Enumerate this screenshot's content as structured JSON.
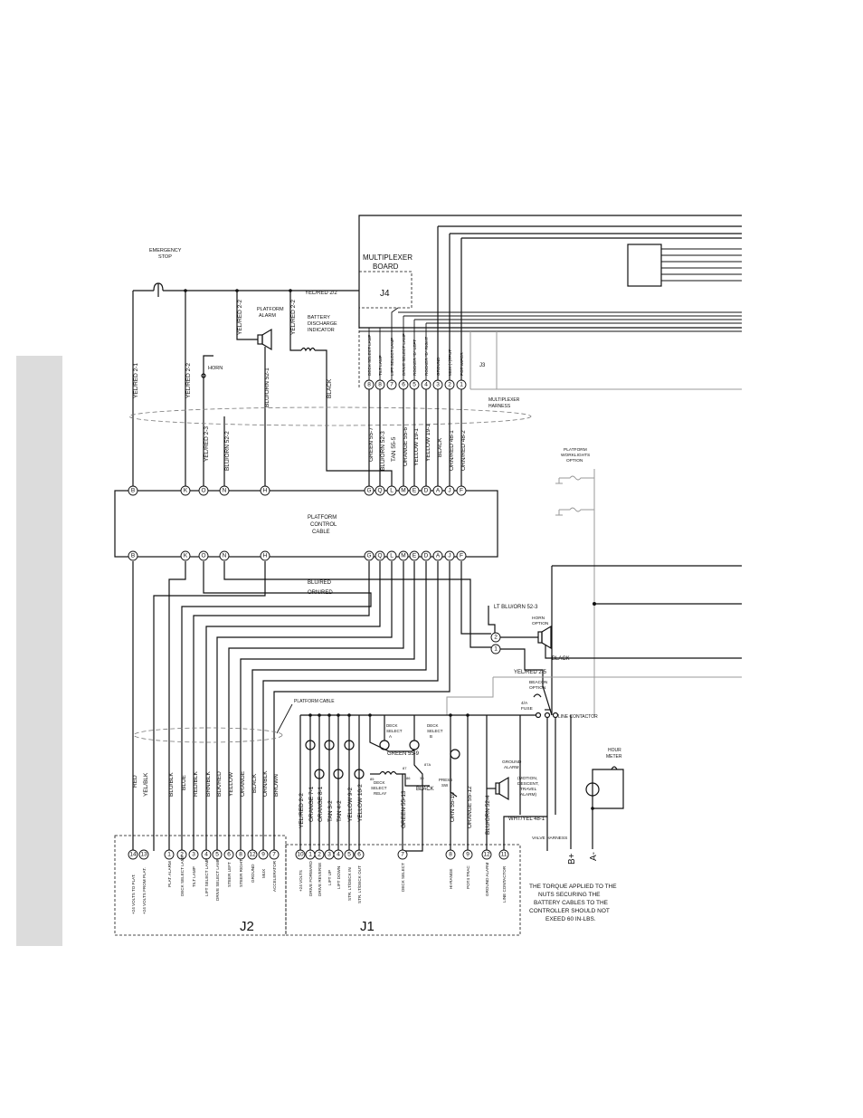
{
  "board": {
    "line1": "MULTIPLEXER",
    "line2": "BOARD",
    "j4": "J4",
    "j3": "J3"
  },
  "estop": {
    "line1": "EMERGENCY",
    "line2": "STOP"
  },
  "platform_alarm": {
    "line1": "PLATFORM",
    "line2": "ALARM"
  },
  "battery_indicator": {
    "line1": "BATTERY",
    "line2": "DISCHARGE",
    "line3": "INDICATOR"
  },
  "horn": "HORN",
  "top_wire": "YEL/RED 2/2",
  "upper_wires": {
    "yelred_2_1": "YEL/RED 2-1",
    "yelred_2_2": "YEL/RED 2-2",
    "yelred_2_2b": "YEL/RED 2-2",
    "yelred_2_2c": "YEL/RED 2-2",
    "bluorn_52_1": "BLU/ORN 52-1",
    "black": "BLACK",
    "yelred_2_3": "YEL/RED 2-3",
    "bluorn_52_2": "BLU/ORN 52-2"
  },
  "board_pins": [
    {
      "num": "8",
      "label": "DECK SELECT LAMP"
    },
    {
      "num": "8",
      "label": "TILT LAMP"
    },
    {
      "num": "7",
      "label": "LIFT SELECT LAMP"
    },
    {
      "num": "6",
      "label": "DRIVE SELECT LAMP"
    },
    {
      "num": "5",
      "label": "ROCKER \"D\" LEFT"
    },
    {
      "num": "4",
      "label": "ROCKER \"D\" RIGHT"
    },
    {
      "num": "3",
      "label": "GROUND"
    },
    {
      "num": "2",
      "label": "MUX (+)TPUT"
    },
    {
      "num": "1",
      "label": "POT WIPER"
    }
  ],
  "multiplexer_harness": {
    "line1": "MULTIPLEXER",
    "line2": "HARNESS"
  },
  "mux_wires": [
    "GREEN 55-7",
    "BLU/ORN 52-3",
    "TAN 55-5",
    "ORANGE 55-6",
    "YELLOW 19-1",
    "YELLOW 19-1",
    "BLACK",
    "ORN/RED 48-1",
    "ORN/RED 48-2"
  ],
  "cable_pins_top": [
    "B",
    "K",
    "O",
    "N",
    "H",
    "G",
    "Q",
    "L",
    "M",
    "E",
    "D",
    "A",
    "J",
    "F"
  ],
  "cable_pins_bottom": [
    "B",
    "K",
    "O",
    "N",
    "H",
    "G",
    "Q",
    "L",
    "M",
    "E",
    "D",
    "A",
    "J",
    "F"
  ],
  "platform_control_cable": {
    "line1": "PLATFORM",
    "line2": "CONTROL",
    "line3": "CABLE"
  },
  "worklights": {
    "line1": "PLATFORM",
    "line2": "WORKLIGHTS",
    "line3": "OPTION"
  },
  "mid_wires": {
    "blu_red": "BLU/RED",
    "orn_red": "ORN/RED",
    "lt_blu_orn": "LT BLU/ORN 52-3",
    "black": "BLACK",
    "yelred_2_5": "YEL/RED 2-5"
  },
  "horn_option": {
    "line1": "HORN",
    "line2": "OPTION",
    "pin1": "1",
    "pin2": "2"
  },
  "beacon": {
    "line1": "BEACON",
    "line2": "OPTION",
    "fuse1": "4/A",
    "fuse2": "FUSE"
  },
  "line_contactor": "LINE CONTACTOR",
  "platform_cable_label": "PLATFORM CABLE",
  "hour_meter": {
    "line1": "HOUR",
    "line2": "METER"
  },
  "deck_select_a": {
    "line1": "DECK",
    "line2": "SELECT",
    "line3": "A"
  },
  "deck_select_b": {
    "line1": "DECK",
    "line2": "SELECT",
    "line3": "B"
  },
  "deck_select_relay": {
    "line1": "DECK",
    "line2": "SELECT",
    "line3": "RELAY",
    "pin87": "87",
    "pin87a": "87A",
    "pin86": "86",
    "pin30": "30",
    "pin85": "85"
  },
  "green_55_9": "GREEN 55-9",
  "black_mid": "BLACK",
  "pressure_switch": {
    "line1": "PRESS",
    "line2": "SW"
  },
  "ground_alarm": {
    "line1": "GROUND",
    "line2": "ALARM",
    "line3": "(MOTION,",
    "line4": "DESCENT,",
    "line5": "TRAVEL",
    "line6": "ALARM)"
  },
  "j2_wires": [
    "RED",
    "YEL/BLK",
    "BLU/BLK",
    "BLUE",
    "RED/BLK",
    "BRN/BLK",
    "BLK/RED",
    "YELLOW",
    "ORANGE",
    "BLACK",
    "ORN/BLK",
    "BROWN"
  ],
  "j1_wires": [
    "YEL/RED 2-2",
    "ORANGE 7-1",
    "ORANGE 8-1",
    "TAN 3-2",
    "TAN 4-2",
    "YELLOW 9-2",
    "YELLOW 10-2",
    "GREEN 55-13",
    "ORN 55-10",
    "ORANGE 55-12",
    "BLU/ORN 52-4",
    "WHT/YEL 48-1"
  ],
  "b_plus": "B+",
  "a_label": "A-",
  "valve_harness": "VALVE HARNESS",
  "j2_pins": [
    {
      "num": "14",
      "label": "+24 VOLTS TO PLAT."
    },
    {
      "num": "13",
      "label": "+24 VOLTS FROM PLAT."
    },
    {
      "num": "1",
      "label": "PLAT. ALARM"
    },
    {
      "num": "2",
      "label": "DECK SELECT LAMP"
    },
    {
      "num": "3",
      "label": "TILT LAMP"
    },
    {
      "num": "4",
      "label": "LIFT SELECT LAMP"
    },
    {
      "num": "5",
      "label": "DRIVE SELECT LAMP"
    },
    {
      "num": "6",
      "label": "STEER LEFT"
    },
    {
      "num": "8",
      "label": "STEER RIGHT"
    },
    {
      "num": "12",
      "label": "GROUND"
    },
    {
      "num": "9",
      "label": "MUX"
    },
    {
      "num": "7",
      "label": "ACCELERATOR"
    }
  ],
  "j1_pins": [
    {
      "num": "10",
      "label": "+24 VOLTS"
    },
    {
      "num": "1",
      "label": "DRIVE FORWARD"
    },
    {
      "num": "2",
      "label": "DRIVE REVERSE"
    },
    {
      "num": "3",
      "label": "LIFT UP"
    },
    {
      "num": "4",
      "label": "LIFT DOWN"
    },
    {
      "num": "5",
      "label": "STR. LT/DECK IN"
    },
    {
      "num": "6",
      "label": "STR. LT/DECK OUT"
    },
    {
      "num": "7",
      "label": "DECK SELECT"
    },
    {
      "num": "8",
      "label": "HI-RANGE"
    },
    {
      "num": "9",
      "label": "POT4 TRAC"
    },
    {
      "num": "12",
      "label": "GROUND ALARM"
    },
    {
      "num": "11",
      "label": "LINE CONTACTOR"
    }
  ],
  "j2": "J2",
  "j1": "J1",
  "torque_note": [
    "THE TORQUE APPLIED TO THE",
    "NUTS SECURING THE",
    "BATTERY CABLES TO THE",
    "CONTROLLER SHOULD NOT",
    "EXEED 60 IN-LBS."
  ]
}
